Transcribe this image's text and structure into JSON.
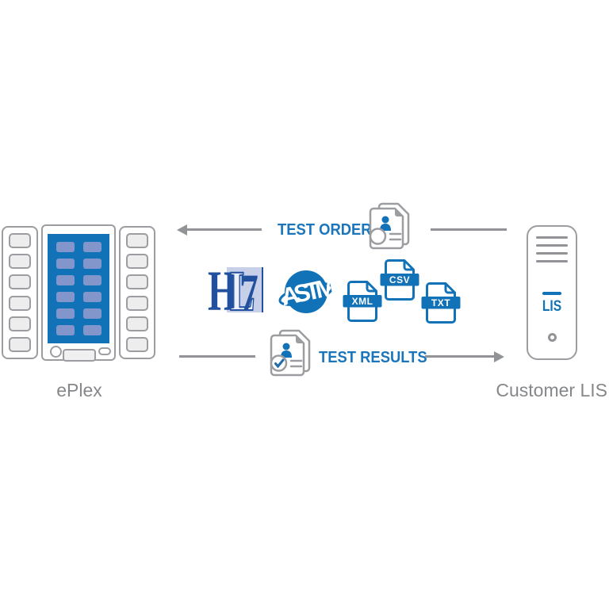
{
  "devices": {
    "eplex": {
      "label": "ePlex"
    },
    "lis": {
      "label": "Customer LIS",
      "badge": "LIS"
    }
  },
  "flows": {
    "orders": {
      "label": "TEST ORDERS",
      "direction": "lis-to-eplex"
    },
    "results": {
      "label": "TEST RESULTS",
      "direction": "eplex-to-lis"
    }
  },
  "standards": {
    "hl7": {
      "letters": [
        "H",
        "L",
        "7"
      ]
    },
    "astm": {
      "label": "ASTM"
    }
  },
  "file_formats": [
    {
      "label": "XML"
    },
    {
      "label": "CSV"
    },
    {
      "label": "TXT"
    }
  ],
  "icons": {
    "orders_document": "patient-order-document-icon",
    "results_document": "patient-result-document-check-icon"
  },
  "colors": {
    "brand_blue": "#1272b8",
    "flow_label_blue": "#1b75bb",
    "arrow_gray": "#919396",
    "outline_gray": "#9b9da1",
    "device_label_gray": "#85878a",
    "hl7_navy": "#20509e",
    "hl7_light_square": "#c7cfe9",
    "cartridge_blue": "#8296cc"
  }
}
